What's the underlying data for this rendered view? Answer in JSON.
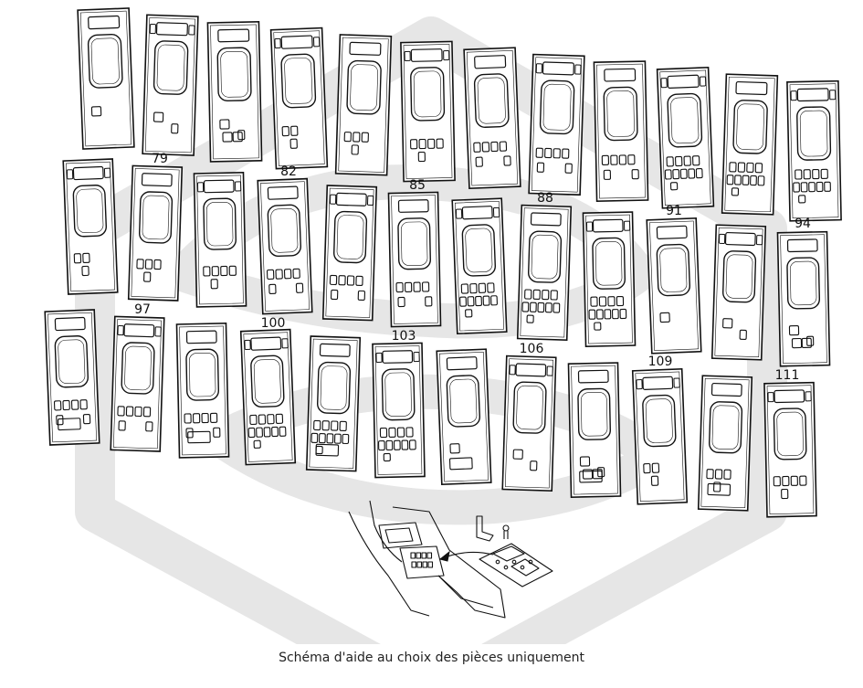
{
  "caption": "Schéma d'aide au choix des pièces uniquement",
  "watermark_color": "#e6e6e6",
  "line_color": "#111111",
  "panel_labels": [
    "79",
    "82",
    "85",
    "88",
    "91",
    "94",
    "97",
    "100",
    "103",
    "106",
    "109",
    "111"
  ]
}
